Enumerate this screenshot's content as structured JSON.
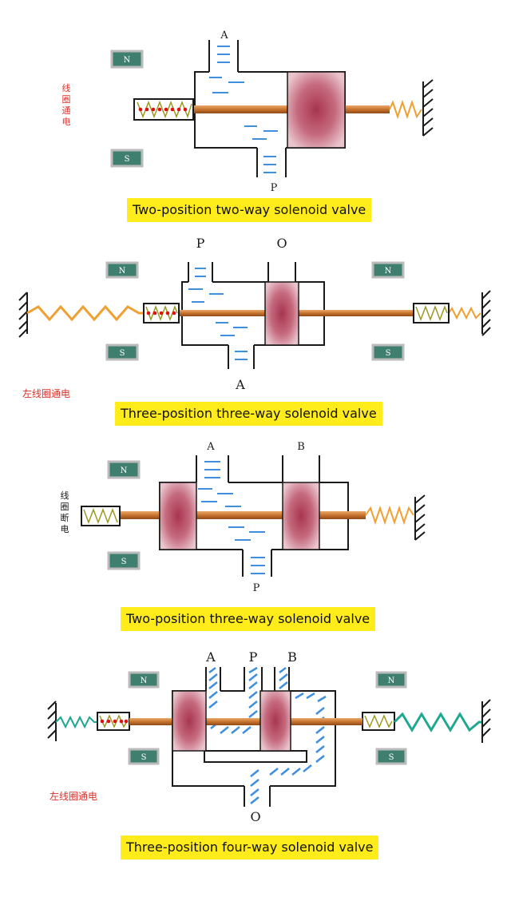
{
  "colors": {
    "outline": "#1a1a1a",
    "fluid": "#3f8fe0",
    "spool": "#a83550",
    "spool_light": "#e9c4cc",
    "rod": "#c8732e",
    "spring_orange": "#f0a030",
    "spring_teal": "#1fa890",
    "coil": "#9a9a22",
    "coil_dot": "#e01010",
    "magnet_fill": "#3f7f6f",
    "caption_bg": "#ffec1a",
    "red_text": "#e0302a"
  },
  "icons": [
    "spring-icon",
    "coil-icon",
    "magnet-icon",
    "wall-hatch-icon",
    "spool-icon"
  ],
  "diagrams": [
    {
      "caption": "Two-position two-way solenoid valve",
      "status": "线圈通电",
      "ports": {
        "a": "A",
        "p": "P"
      },
      "magnets": {
        "n": "N",
        "s": "S"
      }
    },
    {
      "caption": "Three-position three-way solenoid valve",
      "status": "左线圈通电",
      "ports": {
        "p": "P",
        "o": "O",
        "a": "A"
      },
      "magnets": {
        "n": "N",
        "s": "S"
      }
    },
    {
      "caption": "Two-position three-way solenoid valve",
      "status": "线圈断电",
      "ports": {
        "a": "A",
        "b": "B",
        "p": "P"
      },
      "magnets": {
        "n": "N",
        "s": "S"
      }
    },
    {
      "caption": "Three-position four-way solenoid valve",
      "status": "左线圈通电",
      "ports": {
        "a": "A",
        "p": "P",
        "b": "B",
        "o": "O"
      },
      "magnets": {
        "n": "N",
        "s": "S"
      }
    }
  ]
}
